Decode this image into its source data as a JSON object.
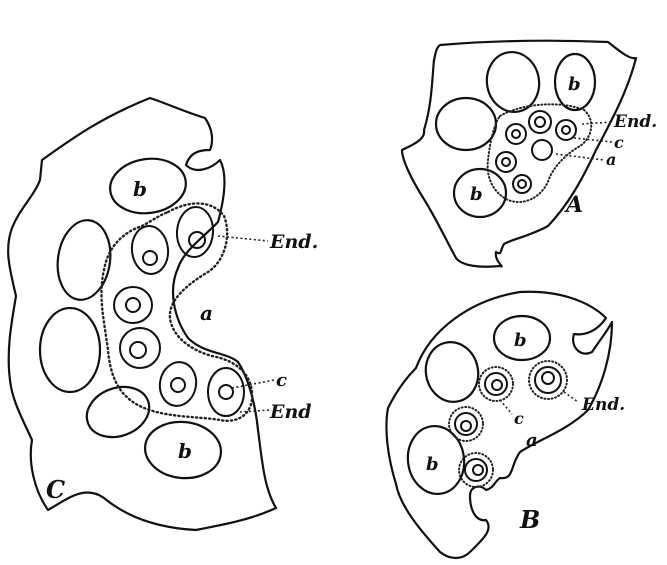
{
  "figure_c": {
    "panel_letter": "C",
    "label_b_top": "b",
    "label_b_bottom": "b",
    "label_a": "a",
    "label_end_top": "End.",
    "label_c": "c",
    "label_end_bottom": "End"
  },
  "figure_a": {
    "panel_letter": "A",
    "label_b_top": "b",
    "label_b_bottom": "b",
    "label_end": "End.",
    "label_c": "c",
    "label_a": "a"
  },
  "figure_b": {
    "panel_letter": "B",
    "label_b_top": "b",
    "label_b_left": "b",
    "label_c": "c",
    "label_a": "a",
    "label_end": "End."
  }
}
